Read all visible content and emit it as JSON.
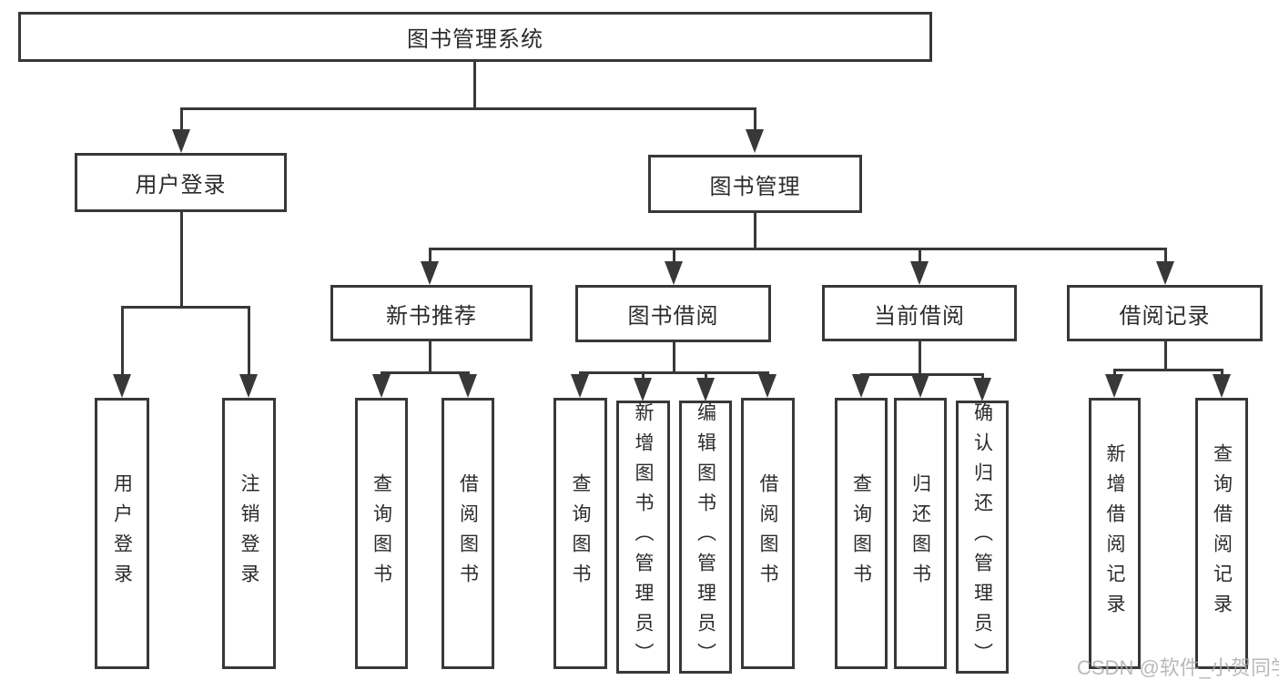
{
  "nodes": {
    "root": "图书管理系统",
    "user_login": "用户登录",
    "book_mgmt": "图书管理",
    "new_book_rec": "新书推荐",
    "book_borrow": "图书借阅",
    "current_borrow": "当前借阅",
    "borrow_records": "借阅记录",
    "user_login_leaf": "用户登录",
    "logout": "注销登录",
    "rec_query_book": "查询图书",
    "rec_borrow_book": "借阅图书",
    "bb_query_book": "查询图书",
    "bb_add_book": "新增图书（管理员）",
    "bb_edit_book": "编辑图书（管理员）",
    "bb_borrow_book": "借阅图书",
    "cb_query_book": "查询图书",
    "cb_return_book": "归还图书",
    "cb_confirm_return": "确认归还（管理员）",
    "br_add_record": "新增借阅记录",
    "br_query_record": "查询借阅记录"
  },
  "watermark": "CSDN @软件_小贺同学",
  "colors": {
    "line": "#383838",
    "text": "#2b2b2b",
    "box_bg": "#ffffff",
    "watermark": "#a8a8a8"
  }
}
